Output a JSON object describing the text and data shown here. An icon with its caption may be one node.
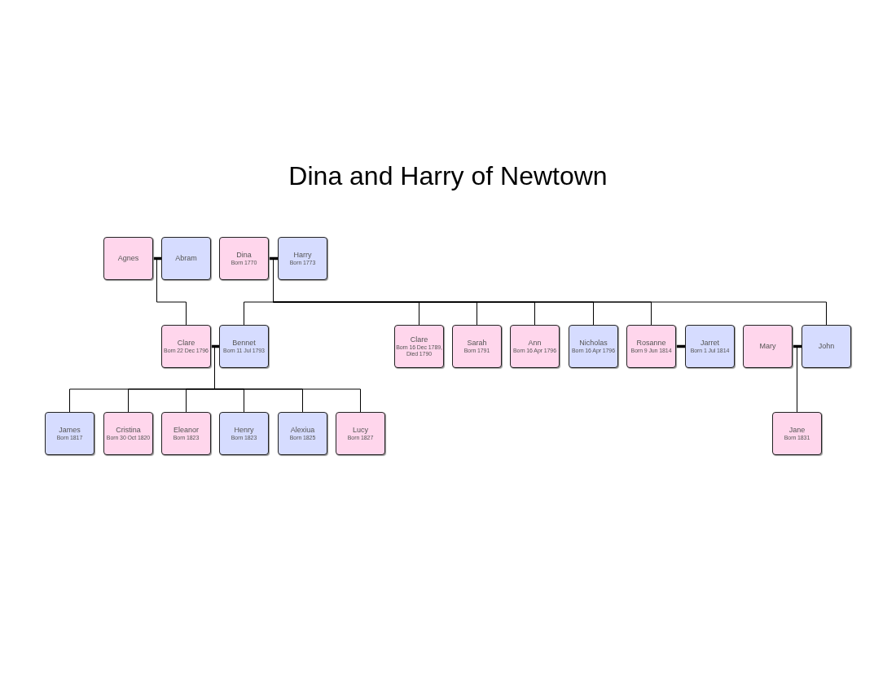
{
  "diagram": {
    "title": "Dina and Harry of Newtown",
    "nodes": [
      {
        "text": [
          "Agnes"
        ]
      },
      {
        "text": [
          "Abram"
        ]
      },
      {
        "text": [
          "Dina",
          "Born 1770"
        ]
      },
      {
        "text": [
          "Harry",
          "Born 1773"
        ]
      },
      {
        "text": [
          "Clare",
          "Born 22 Dec 1796"
        ]
      },
      {
        "text": [
          "Bennet",
          "Born 11 Jul 1793"
        ]
      },
      {
        "text": [
          "Clare",
          "Born 16 Dec 1789, Died 1790"
        ]
      },
      {
        "text": [
          "Sarah",
          "Born 1791"
        ]
      },
      {
        "text": [
          "Ann",
          "Born 16 Apr 1796"
        ]
      },
      {
        "text": [
          "Nicholas",
          "Born 16 Apr 1796"
        ]
      },
      {
        "text": [
          "Rosanne",
          "Born 9 Jun 1814"
        ]
      },
      {
        "text": [
          "Jarret",
          "Born 1 Jul 1814"
        ]
      },
      {
        "text": [
          "Mary"
        ]
      },
      {
        "text": [
          "John"
        ]
      },
      {
        "text": [
          "James",
          "Born 1817"
        ]
      },
      {
        "text": [
          "Cristina",
          "Born 30 Oct 1820"
        ]
      },
      {
        "text": [
          "Eleanor",
          "Born 1823"
        ]
      },
      {
        "text": [
          "Henry",
          "Born 1823"
        ]
      },
      {
        "text": [
          "Alexiua",
          "Born 1825"
        ]
      },
      {
        "text": [
          "Lucy",
          "Born 1827"
        ]
      },
      {
        "text": [
          "Jane",
          "Born 1831"
        ]
      }
    ],
    "edges": [
      {
        "from": 0,
        "to": 1,
        "arrow": "none",
        "style": "thick"
      },
      {
        "from": 2,
        "to": 3,
        "arrow": "none",
        "style": "thick"
      },
      {
        "from": 4,
        "to": 5,
        "arrow": "none",
        "style": "thick"
      },
      {
        "from": 10,
        "to": 11,
        "arrow": "none",
        "style": "thick"
      },
      {
        "from": 12,
        "to": 13,
        "arrow": "none",
        "style": "thick"
      },
      {
        "from": 1,
        "to": 4,
        "arrow": "none"
      },
      {
        "from": 3,
        "to": 5,
        "arrow": "none"
      },
      {
        "from": 3,
        "to": 6,
        "arrow": "none"
      },
      {
        "from": 3,
        "to": 7,
        "arrow": "none"
      },
      {
        "from": 3,
        "to": 8,
        "arrow": "none"
      },
      {
        "from": 3,
        "to": 9,
        "arrow": "none"
      },
      {
        "from": 3,
        "to": 10,
        "arrow": "none"
      },
      {
        "from": 3,
        "to": 13,
        "arrow": "none"
      },
      {
        "from": 5,
        "to": 14,
        "arrow": "none"
      },
      {
        "from": 5,
        "to": 15,
        "arrow": "none"
      },
      {
        "from": 5,
        "to": 16,
        "arrow": "none"
      },
      {
        "from": 5,
        "to": 17,
        "arrow": "none"
      },
      {
        "from": 5,
        "to": 18,
        "arrow": "none"
      },
      {
        "from": 5,
        "to": 19,
        "arrow": "none"
      },
      {
        "from": 13,
        "to": 20,
        "arrow": "none"
      }
    ]
  }
}
